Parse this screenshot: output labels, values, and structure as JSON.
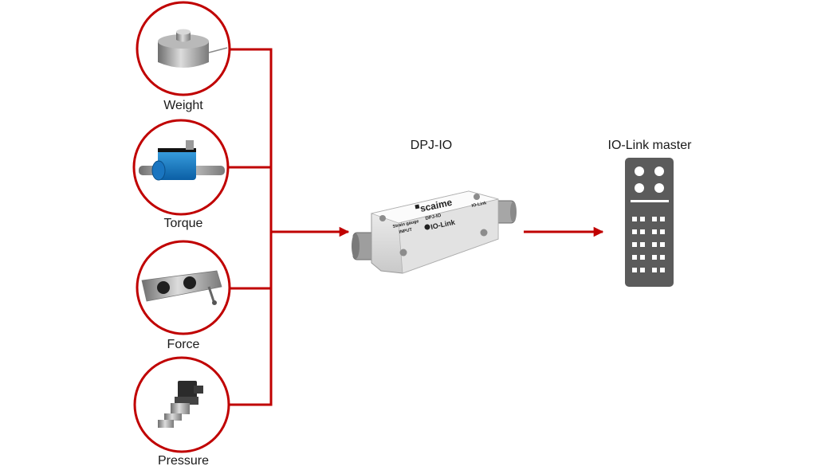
{
  "colors": {
    "connector": "#c00000",
    "master_body": "#5b5b5b",
    "port_hole": "#ffffff"
  },
  "sensors": [
    {
      "label": "Weight",
      "icon": "load-cell-icon"
    },
    {
      "label": "Torque",
      "icon": "torque-sensor-icon"
    },
    {
      "label": "Force",
      "icon": "force-sensor-icon"
    },
    {
      "label": "Pressure",
      "icon": "pressure-sensor-icon"
    }
  ],
  "device": {
    "title": "DPJ-IO",
    "brand": "scaime",
    "model": "DPJ-IO",
    "input_label_1": "Strain gauge",
    "input_label_2": "INPUT",
    "output_label": "IO-Link",
    "io_link_logo": "IO-Link"
  },
  "master": {
    "title": "IO-Link master",
    "icon": "io-link-master-icon"
  }
}
